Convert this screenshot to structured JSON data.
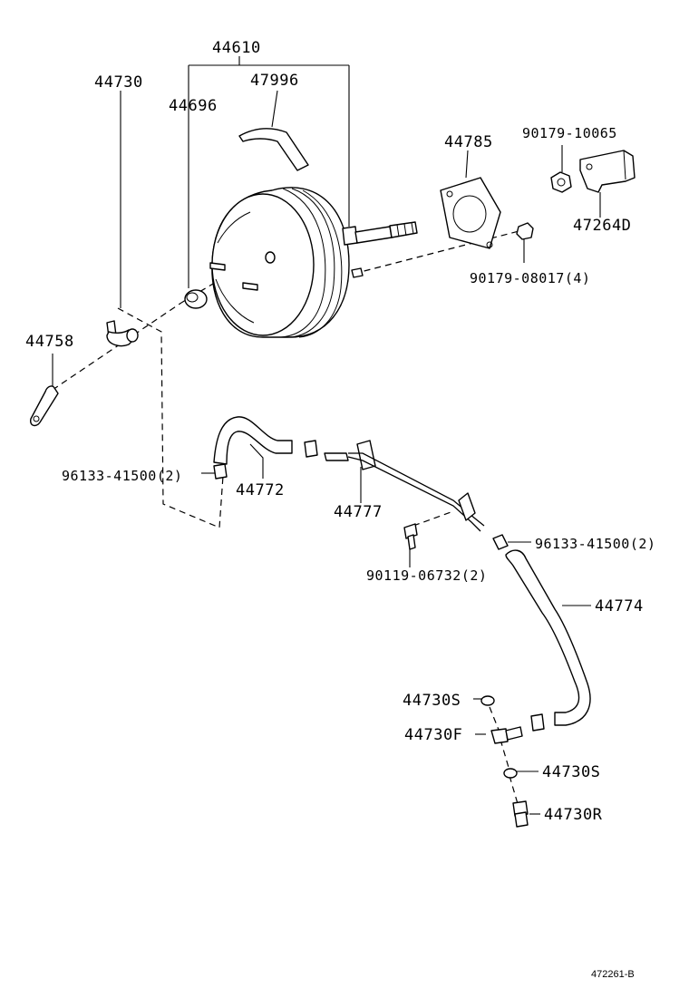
{
  "labels": {
    "l44610": "44610",
    "l44730": "44730",
    "l47996": "47996",
    "l44696": "44696",
    "l44785": "44785",
    "l90179_10065": "90179-10065",
    "l47264D": "47264D",
    "l90179_08017": "90179-08017(4)",
    "l44758": "44758",
    "l96133_left": "96133-41500(2)",
    "l44772": "44772",
    "l44777": "44777",
    "l96133_right": "96133-41500(2)",
    "l90119": "90119-06732(2)",
    "l44774": "44774",
    "l44730S_top": "44730S",
    "l44730F": "44730F",
    "l44730S_bottom": "44730S",
    "l44730R": "44730R"
  },
  "figure_id": "472261-B"
}
